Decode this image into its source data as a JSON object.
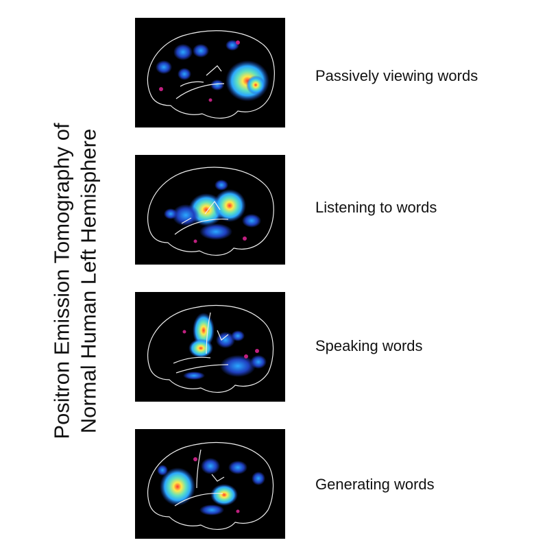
{
  "title": {
    "line1": "Positron Emission Tomography of",
    "line2": "Normal Human Left Hemisphere"
  },
  "scans": [
    {
      "label": "Passively viewing words",
      "active_region": "occipital"
    },
    {
      "label": "Listening to words",
      "active_region": "temporal"
    },
    {
      "label": "Speaking words",
      "active_region": "motor"
    },
    {
      "label": "Generating words",
      "active_region": "frontal"
    }
  ],
  "colors": {
    "panel_background": "#000000",
    "outline": "#f0f0f0",
    "heat_low": "#1f3fbf",
    "heat_mid": "#2aa8ff",
    "heat_mid2": "#5fe0c0",
    "heat_high": "#ffe94a",
    "heat_peak": "#ff3a2a"
  }
}
